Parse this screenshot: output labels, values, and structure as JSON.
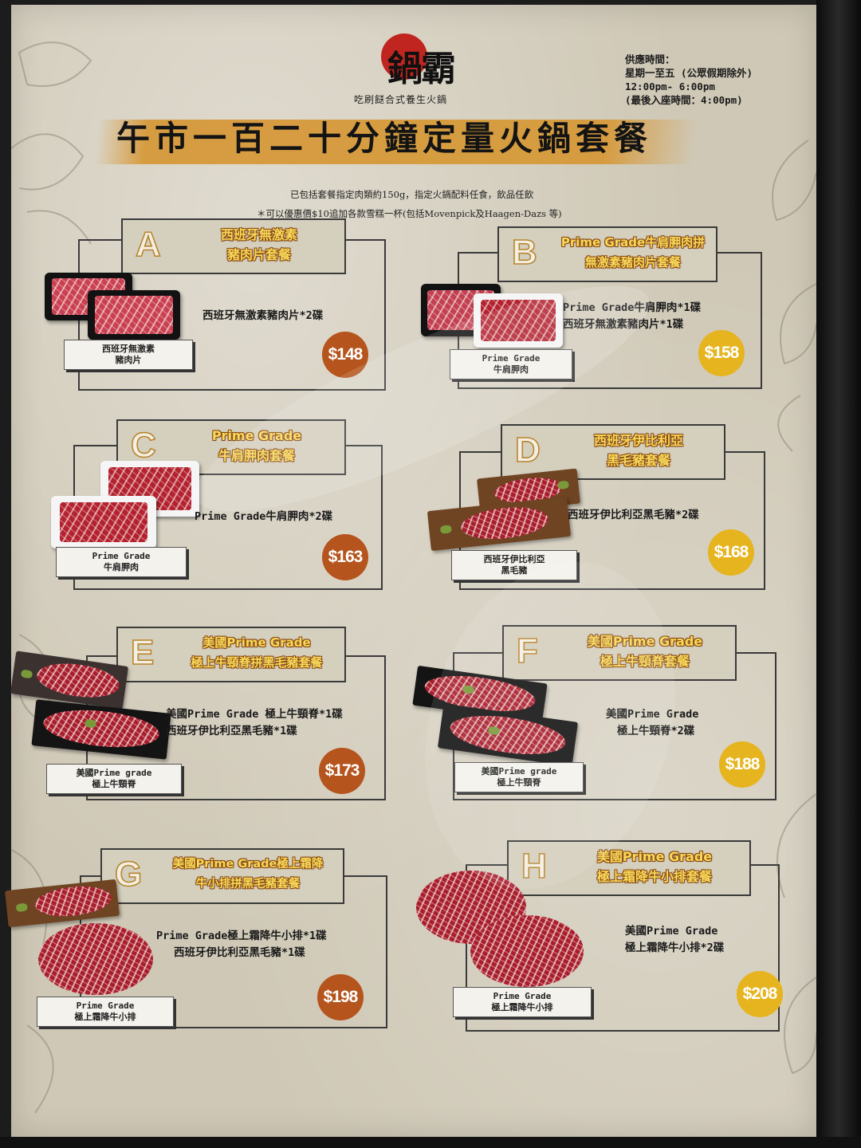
{
  "header": {
    "logo_text": "鍋霸",
    "tagline": "吃刷餸合式養生火鍋",
    "hours_lines": [
      "供應時間：",
      "星期一至五 (公眾假期除外)",
      "12:00pm- 6:00pm",
      "(最後入座時間：4:00pm)"
    ],
    "title": "午市一百二十分鐘定量火鍋套餐",
    "note1": "已包括套餐指定肉類約150g，指定火鍋配料任食，飲品任飲",
    "note2": "＊可以優惠價$10追加各款雪糕一杯(包括Movenpick及Haagen-Dazs 等)"
  },
  "sets": [
    {
      "letter": "A",
      "title_lines": [
        "西班牙無激素",
        "豬肉片套餐"
      ],
      "content_lines": [
        "西班牙無激素豬肉片*2碟"
      ],
      "label_lines": [
        "西班牙無激素",
        "豬肉片"
      ],
      "price": "$148",
      "price_color": "brown"
    },
    {
      "letter": "B",
      "title_lines": [
        "Prime Grade牛肩胛肉拼",
        "無激素豬肉片套餐"
      ],
      "content_lines": [
        "Prime Grade牛肩胛肉*1碟",
        "西班牙無激素豬肉片*1碟"
      ],
      "label_lines": [
        "Prime Grade",
        "牛肩胛肉"
      ],
      "price": "$158",
      "price_color": "gold"
    },
    {
      "letter": "C",
      "title_lines": [
        "Prime Grade",
        "牛肩胛肉套餐"
      ],
      "content_lines": [
        "Prime Grade牛肩胛肉*2碟"
      ],
      "label_lines": [
        "Prime Grade",
        "牛肩胛肉"
      ],
      "price": "$163",
      "price_color": "brown"
    },
    {
      "letter": "D",
      "title_lines": [
        "西班牙伊比利亞",
        "黑毛豬套餐"
      ],
      "content_lines": [
        "西班牙伊比利亞黑毛豬*2碟"
      ],
      "label_lines": [
        "西班牙伊比利亞",
        "黑毛豬"
      ],
      "price": "$168",
      "price_color": "gold"
    },
    {
      "letter": "E",
      "title_lines": [
        "美國Prime Grade",
        "極上牛頸脊拼黑毛豬套餐"
      ],
      "content_lines": [
        "美國Prime Grade 極上牛頸脊*1碟",
        "西班牙伊比利亞黑毛豬*1碟"
      ],
      "label_lines": [
        "美國Prime grade",
        "極上牛頸脊"
      ],
      "price": "$173",
      "price_color": "brown"
    },
    {
      "letter": "F",
      "title_lines": [
        "美國Prime Grade",
        "極上牛頸脊套餐"
      ],
      "content_lines": [
        "美國Prime Grade",
        "極上牛頸脊*2碟"
      ],
      "label_lines": [
        "美國Prime grade",
        "極上牛頸脊"
      ],
      "price": "$188",
      "price_color": "gold"
    },
    {
      "letter": "G",
      "title_lines": [
        "美國Prime Grade極上霜降",
        "牛小排拼黑毛豬套餐"
      ],
      "content_lines": [
        "Prime Grade極上霜降牛小排*1碟",
        "西班牙伊比利亞黑毛豬*1碟"
      ],
      "label_lines": [
        "Prime Grade",
        "極上霜降牛小排"
      ],
      "price": "$198",
      "price_color": "brown"
    },
    {
      "letter": "H",
      "title_lines": [
        "美國Prime Grade",
        "極上霜降牛小排套餐"
      ],
      "content_lines": [
        "美國Prime Grade",
        "極上霜降牛小排*2碟"
      ],
      "label_lines": [
        "Prime Grade",
        "極上霜降牛小排"
      ],
      "price": "$208",
      "price_color": "gold"
    }
  ]
}
